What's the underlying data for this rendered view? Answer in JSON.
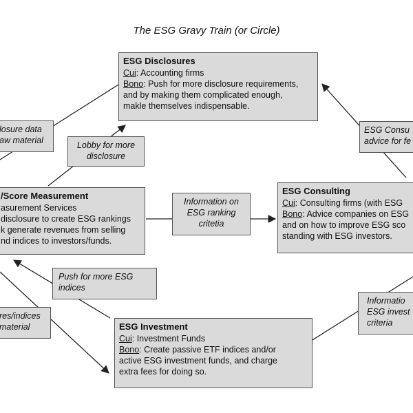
{
  "title": "The ESG Gravy Train (or Circle)",
  "boxes": {
    "disclosures": {
      "title": "ESG Disclosures",
      "cui_label": "Cui",
      "cui_text": ": Accounting firms",
      "bono_label": "Bono",
      "bono_lines": [
        ": Push for more disclosure requirements,",
        "and by making them complicated enough,",
        "makle themselves indispensable."
      ]
    },
    "measurement": {
      "title": "/Score Measurement",
      "lines": [
        "asurement Services",
        "disclosure to create ESG rankings",
        "k generate revenues from selling",
        "nd indices to investors/funds."
      ]
    },
    "consulting": {
      "title": "ESG Consulting",
      "cui_label": "Cui",
      "cui_text": ": Consulting firms (with ESG",
      "bono_label": "Bono",
      "bono_lines": [
        ": Advice companies on ESG",
        "and on how to improve ESG sco",
        "standing with ESG investors."
      ]
    },
    "investment": {
      "title": "ESG Investment",
      "cui_label": "Cui",
      "cui_text": ": Investment Funds",
      "bono_label": "Bono",
      "bono_lines": [
        ": Create passive ETF indices and/or",
        "active ESG investment funds, and charge",
        "extra fees for doing so."
      ]
    }
  },
  "labels": {
    "disclosure_data": [
      "losure data",
      "aw material"
    ],
    "lobby": [
      "Lobby for more",
      "disclosure"
    ],
    "info_ranking": [
      "Information on",
      "ESG ranking",
      "critetia"
    ],
    "consult_advice": [
      "ESG Consu",
      "advice for fe"
    ],
    "push_indices": [
      "Push for more ESG",
      "indices"
    ],
    "scores_indices": [
      "res/indices",
      "material"
    ],
    "info_invest": [
      "Informatio",
      "ESG invest",
      "criteria"
    ]
  },
  "colors": {
    "box_fill": "#dadada",
    "border": "#555555",
    "arrow": "#222222"
  }
}
